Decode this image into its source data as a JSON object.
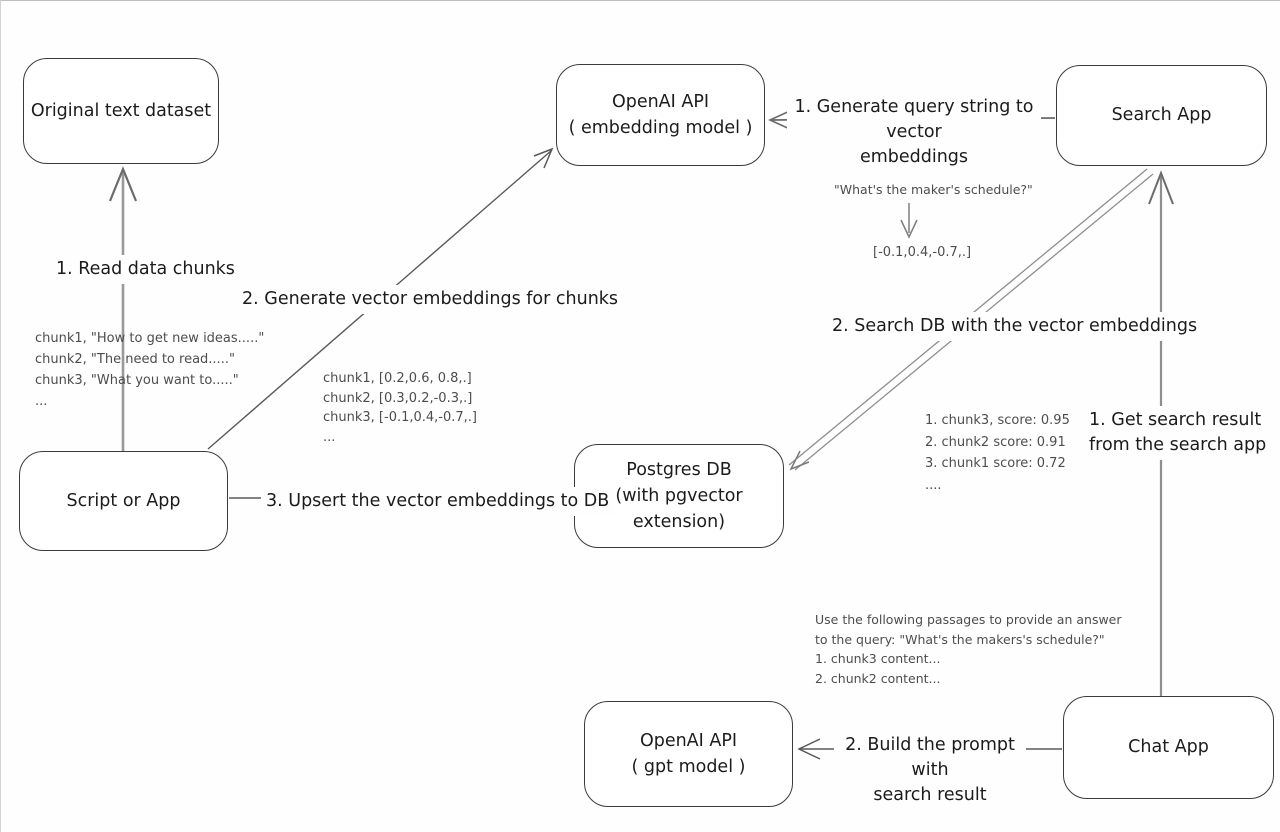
{
  "nodes": {
    "original_dataset": {
      "label": "Original text dataset"
    },
    "openai_embedding": {
      "line1": "OpenAI API",
      "line2": "( embedding model )"
    },
    "search_app": {
      "label": "Search App"
    },
    "script_or_app": {
      "label": "Script or App"
    },
    "postgres_db": {
      "line1": "Postgres DB",
      "line2": "(with pgvector extension)"
    },
    "openai_gpt": {
      "line1": "OpenAI API",
      "line2": "( gpt model )"
    },
    "chat_app": {
      "label": "Chat App"
    }
  },
  "edges": {
    "read_chunks": {
      "label": "1. Read data chunks"
    },
    "generate_embeddings": {
      "label": "2. Generate vector embeddings for chunks"
    },
    "upsert": {
      "label": "3. Upsert the vector embeddings  to DB"
    },
    "query_to_vector": {
      "line1": "1. Generate query string to vector",
      "line2": "embeddings"
    },
    "search_db": {
      "label": "2. Search DB with the vector embeddings"
    },
    "get_search_result": {
      "line1": "1. Get search result",
      "line2": "from the search app"
    },
    "build_prompt": {
      "line1": "2. Build the prompt with",
      "line2": "search result"
    }
  },
  "annotations": {
    "chunk_texts": {
      "lines": [
        "chunk1, \"How to get new ideas.....\"",
        "chunk2, \"The need to read.....\"",
        "chunk3, \"What you want to.....\"",
        "..."
      ]
    },
    "chunk_vectors": {
      "lines": [
        "chunk1, [0.2,0.6, 0.8,.]",
        "chunk2, [0.3,0.2,-0.3,.]",
        "chunk3, [-0.1,0.4,-0.7,.]",
        "..."
      ]
    },
    "query_example": {
      "text": "\"What's the maker's schedule?\"",
      "vector": "[-0.1,0.4,-0.7,.]"
    },
    "search_scores": {
      "lines": [
        "1. chunk3, score: 0.95",
        "2. chunk2 score: 0.91",
        "3. chunk1 score: 0.72",
        "...."
      ]
    },
    "prompt_example": {
      "lines": [
        "Use the following passages to provide an answer",
        "to the query: \"What's the makers's schedule?\"",
        "1. chunk3 content...",
        "2. chunk2 content..."
      ]
    }
  }
}
